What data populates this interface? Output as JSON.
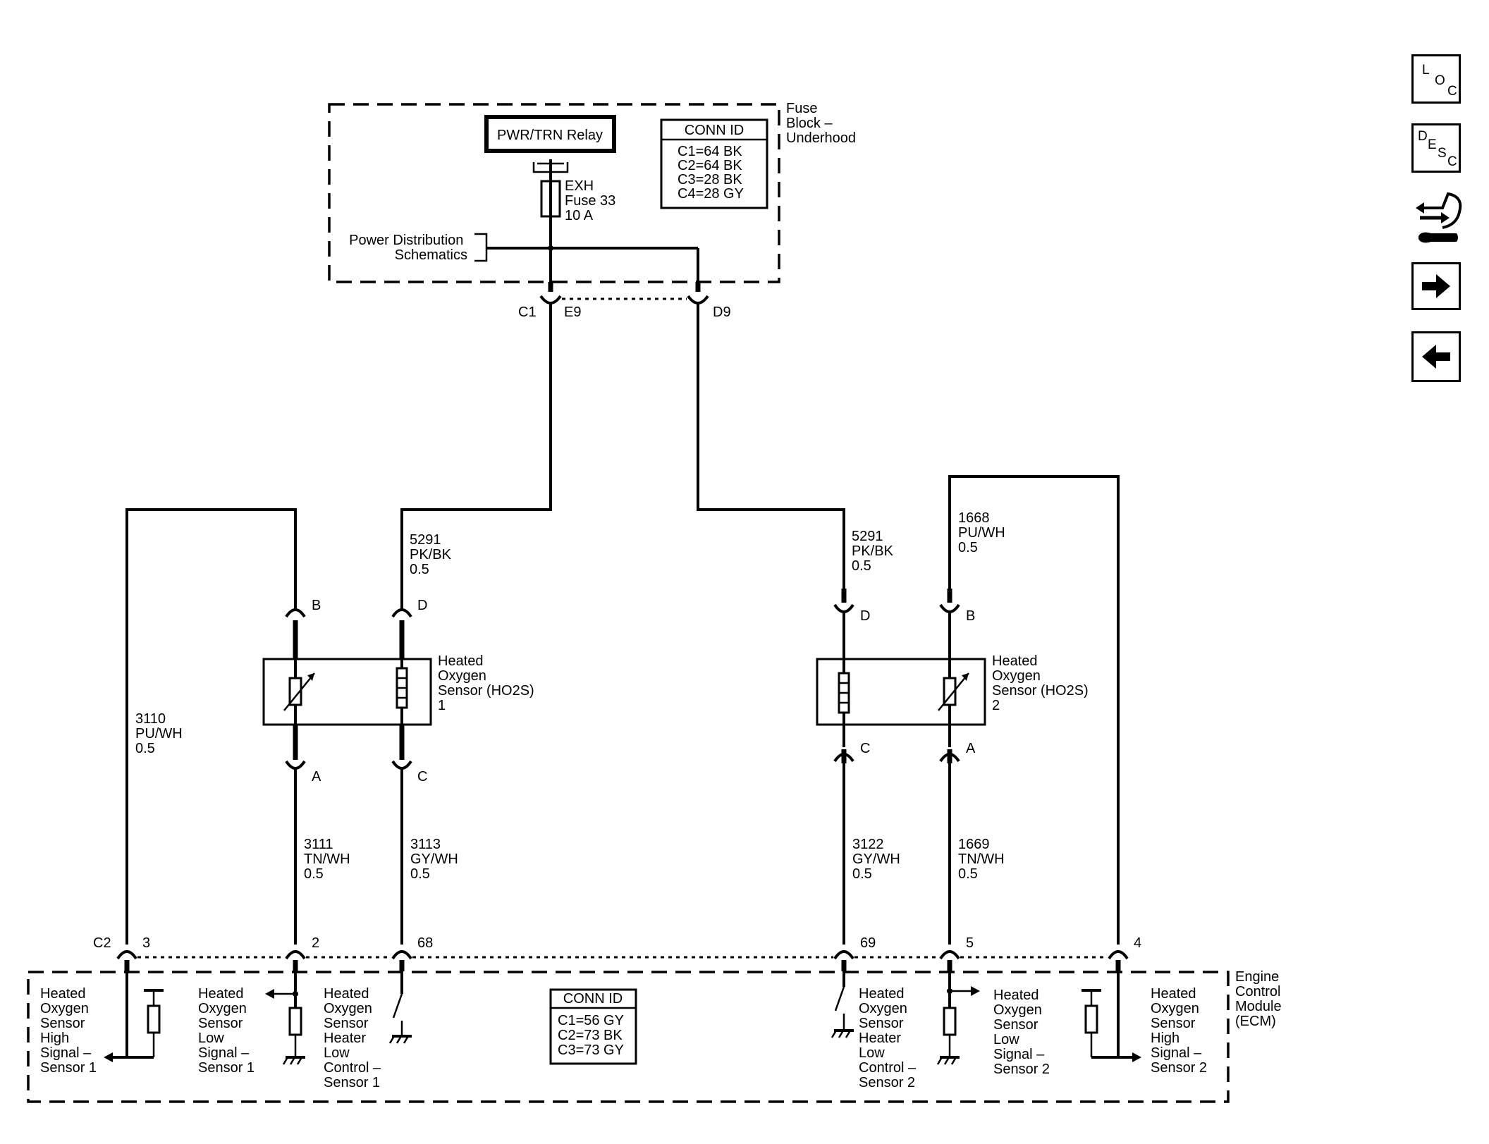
{
  "fuse_block": {
    "label_lines": [
      "Fuse",
      "Block –",
      "Underhood"
    ],
    "relay_label": "PWR/TRN Relay",
    "fuse_lines": [
      "EXH",
      "Fuse 33",
      "10 A"
    ],
    "power_dist_lines": [
      "Power Distribution",
      "Schematics"
    ],
    "conn_id": {
      "title": "CONN ID",
      "lines": [
        "C1=64 BK",
        "C2=64 BK",
        "C3=28 BK",
        "C4=28 GY"
      ]
    },
    "conn_label": "C1",
    "pin_e9": "E9",
    "pin_d9": "D9"
  },
  "wires": {
    "w3110": [
      "3110",
      "PU/WH",
      "0.5"
    ],
    "w5291_left": [
      "5291",
      "PK/BK",
      "0.5"
    ],
    "w5291_right": [
      "5291",
      "PK/BK",
      "0.5"
    ],
    "w1668": [
      "1668",
      "PU/WH",
      "0.5"
    ],
    "w3111": [
      "3111",
      "TN/WH",
      "0.5"
    ],
    "w3113": [
      "3113",
      "GY/WH",
      "0.5"
    ],
    "w3122": [
      "3122",
      "GY/WH",
      "0.5"
    ],
    "w1669": [
      "1669",
      "TN/WH",
      "0.5"
    ]
  },
  "sensor1": {
    "label_lines": [
      "Heated",
      "Oxygen",
      "Sensor (HO2S)",
      "1"
    ],
    "pin_b": "B",
    "pin_d": "D",
    "pin_a": "A",
    "pin_c": "C"
  },
  "sensor2": {
    "label_lines": [
      "Heated",
      "Oxygen",
      "Sensor (HO2S)",
      "2"
    ],
    "pin_d": "D",
    "pin_b": "B",
    "pin_c": "C",
    "pin_a": "A"
  },
  "ecm": {
    "label_lines": [
      "Engine",
      "Control",
      "Module",
      "(ECM)"
    ],
    "conn_label": "C2",
    "pins": {
      "p3": "3",
      "p2": "2",
      "p68": "68",
      "p69": "69",
      "p5": "5",
      "p4": "4"
    },
    "conn_id": {
      "title": "CONN ID",
      "lines": [
        "C1=56 GY",
        "C2=73 BK",
        "C3=73 GY"
      ]
    },
    "circuits": {
      "high1": [
        "Heated",
        "Oxygen",
        "Sensor",
        "High",
        "Signal –",
        "Sensor 1"
      ],
      "low1": [
        "Heated",
        "Oxygen",
        "Sensor",
        "Low",
        "Signal –",
        "Sensor 1"
      ],
      "heater1": [
        "Heated",
        "Oxygen",
        "Sensor",
        "Heater",
        "Low",
        "Control –",
        "Sensor 1"
      ],
      "heater2": [
        "Heated",
        "Oxygen",
        "Sensor",
        "Heater",
        "Low",
        "Control –",
        "Sensor 2"
      ],
      "low2": [
        "Heated",
        "Oxygen",
        "Sensor",
        "Low",
        "Signal –",
        "Sensor 2"
      ],
      "high2": [
        "Heated",
        "Oxygen",
        "Sensor",
        "High",
        "Signal –",
        "Sensor 2"
      ]
    }
  },
  "nav": {
    "loc": [
      "L",
      "O",
      "C"
    ],
    "desc": [
      "D",
      "E",
      "S",
      "C"
    ],
    "connector_icon": "connector-end-view-icon",
    "next_icon": "arrow-right-icon",
    "prev_icon": "arrow-left-icon"
  }
}
